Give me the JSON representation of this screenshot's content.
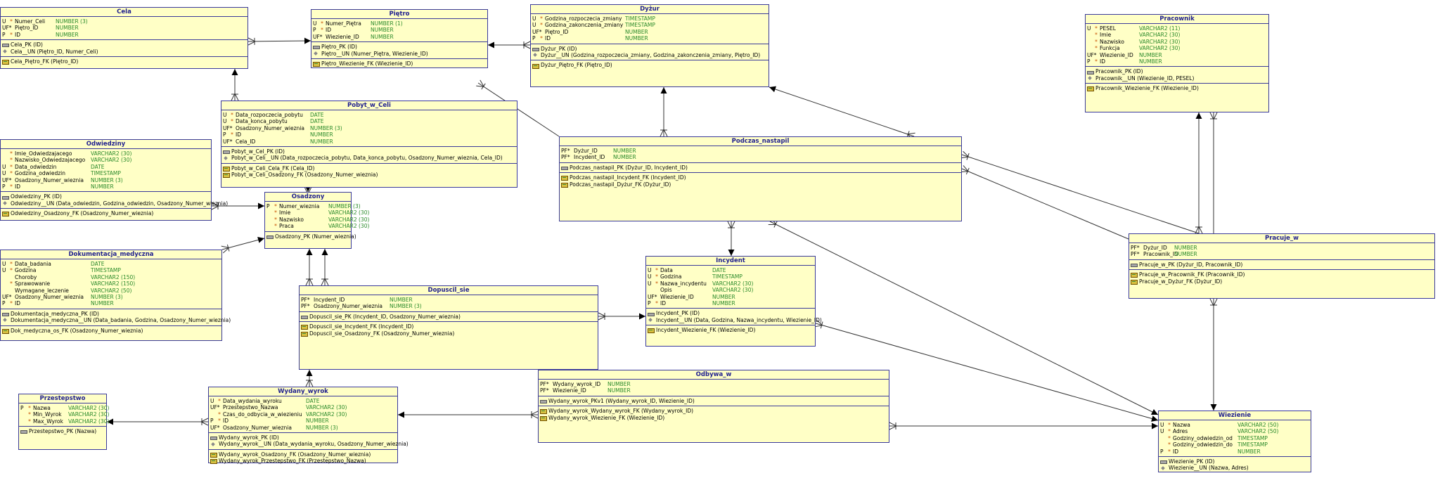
{
  "entities": {
    "cela": {
      "name": "Cela",
      "columns": [
        {
          "flag": "U",
          "req": "*",
          "name": "Numer_Celi",
          "type": "NUMBER (3)"
        },
        {
          "flag": "UF*",
          "req": "",
          "name": "Piętro_ID",
          "type": "NUMBER"
        },
        {
          "flag": "P",
          "req": "*",
          "name": "ID",
          "type": "NUMBER"
        }
      ],
      "keys": [
        "Cela_PK (ID)",
        "Cela__UN (Piętro_ID, Numer_Celi)"
      ],
      "fks": [
        "Cela_Piętro_FK (Piętro_ID)"
      ]
    },
    "pietro": {
      "name": "Piętro",
      "columns": [
        {
          "flag": "U",
          "req": "*",
          "name": "Numer_Piętra",
          "type": "NUMBER (1)"
        },
        {
          "flag": "P",
          "req": "*",
          "name": "ID",
          "type": "NUMBER"
        },
        {
          "flag": "UF*",
          "req": "",
          "name": "Wiezienie_ID",
          "type": "NUMBER"
        }
      ],
      "keys": [
        "Piętro_PK (ID)",
        "Piętro__UN (Numer_Piętra, Wiezienie_ID)"
      ],
      "fks": [
        "Piętro_Wiezienie_FK (Wiezienie_ID)"
      ]
    },
    "dyzur": {
      "name": "Dyżur",
      "columns": [
        {
          "flag": "U",
          "req": "*",
          "name": "Godzina_rozpoczecia_zmiany",
          "type": "TIMESTAMP"
        },
        {
          "flag": "U",
          "req": "*",
          "name": "Godzina_zakonczenia_zmiany",
          "type": "TIMESTAMP"
        },
        {
          "flag": "UF*",
          "req": "",
          "name": "Piętro_ID",
          "type": "NUMBER"
        },
        {
          "flag": "P",
          "req": "*",
          "name": "ID",
          "type": "NUMBER"
        }
      ],
      "keys": [
        "Dyżur_PK (ID)",
        "Dyżur__UN (Godzina_rozpoczecia_zmiany, Godzina_zakonczenia_zmiany, Piętro_ID)"
      ],
      "fks": [
        "Dyżur_Piętro_FK (Piętro_ID)"
      ]
    },
    "pracownik": {
      "name": "Pracownik",
      "columns": [
        {
          "flag": "U",
          "req": "*",
          "name": "PESEL",
          "type": "VARCHAR2 (11)"
        },
        {
          "flag": "",
          "req": "*",
          "name": "Imie",
          "type": "VARCHAR2 (30)"
        },
        {
          "flag": "",
          "req": "*",
          "name": "Nazwisko",
          "type": "VARCHAR2 (30)"
        },
        {
          "flag": "",
          "req": "*",
          "name": "Funkcja",
          "type": "VARCHAR2 (30)"
        },
        {
          "flag": "UF*",
          "req": "",
          "name": "Wiezienie_ID",
          "type": "NUMBER"
        },
        {
          "flag": "P",
          "req": "*",
          "name": "ID",
          "type": "NUMBER"
        }
      ],
      "keys": [
        "Pracownik_PK (ID)",
        "Pracownik__UN (Wiezienie_ID, PESEL)"
      ],
      "fks": [
        "Pracownik_Wiezienie_FK (Wiezienie_ID)"
      ]
    },
    "pobyt": {
      "name": "Pobyt_w_Celi",
      "columns": [
        {
          "flag": "U",
          "req": "*",
          "name": "Data_rozpoczecia_pobytu",
          "type": "DATE"
        },
        {
          "flag": "U",
          "req": "*",
          "name": "Data_konca_pobytu",
          "type": "DATE"
        },
        {
          "flag": "UF*",
          "req": "",
          "name": "Osadzony_Numer_wieznia",
          "type": "NUMBER (3)"
        },
        {
          "flag": "P",
          "req": "*",
          "name": "ID",
          "type": "NUMBER"
        },
        {
          "flag": "UF*",
          "req": "",
          "name": "Cela_ID",
          "type": "NUMBER"
        }
      ],
      "keys": [
        "Pobyt_w_Cel_PK (ID)",
        "Pobyt_w_Celi__UN (Data_rozpoczecia_pobytu, Data_konca_pobytu, Osadzony_Numer_wieznia, Cela_ID)"
      ],
      "fks": [
        "Pobyt_w_Celi_Cela_FK (Cela_ID)",
        "Pobyt_w_Celi_Osadzony_FK (Osadzony_Numer_wieznia)"
      ]
    },
    "odwiedziny": {
      "name": "Odwiedziny",
      "columns": [
        {
          "flag": "",
          "req": "*",
          "name": "Imie_Odwiedzajacego",
          "type": "VARCHAR2 (30)"
        },
        {
          "flag": "",
          "req": "*",
          "name": "Nazwisko_Odwiedzajacego",
          "type": "VARCHAR2 (30)"
        },
        {
          "flag": "U",
          "req": "*",
          "name": "Data_odwiedzin",
          "type": "DATE"
        },
        {
          "flag": "U",
          "req": "*",
          "name": "Godzina_odwiedzin",
          "type": "TIMESTAMP"
        },
        {
          "flag": "UF*",
          "req": "",
          "name": "Osadzony_Numer_wieznia",
          "type": "NUMBER (3)"
        },
        {
          "flag": "P",
          "req": "*",
          "name": "ID",
          "type": "NUMBER"
        }
      ],
      "keys": [
        "Odwiedziny_PK (ID)",
        "Odwiedziny__UN (Data_odwiedzin, Godzina_odwiedzin, Osadzony_Numer_wieznia)"
      ],
      "fks": [
        "Odwiedziny_Osadzony_FK (Osadzony_Numer_wieznia)"
      ]
    },
    "osadzony": {
      "name": "Osadzony",
      "columns": [
        {
          "flag": "P",
          "req": "*",
          "name": "Numer_wieznia",
          "type": "NUMBER (3)"
        },
        {
          "flag": "",
          "req": "*",
          "name": "Imie",
          "type": "VARCHAR2 (30)"
        },
        {
          "flag": "",
          "req": "*",
          "name": "Nazwisko",
          "type": "VARCHAR2 (30)"
        },
        {
          "flag": "",
          "req": "*",
          "name": "Praca",
          "type": "VARCHAR2 (30)"
        }
      ],
      "keys": [
        "Osadzony_PK (Numer_wieznia)"
      ],
      "fks": []
    },
    "podczas": {
      "name": "Podczas_nastapil",
      "columns": [
        {
          "flag": "PF*",
          "req": "",
          "name": "Dyżur_ID",
          "type": "NUMBER"
        },
        {
          "flag": "PF*",
          "req": "",
          "name": "Incydent_ID",
          "type": "NUMBER"
        }
      ],
      "keys": [
        "Podczas_nastapil_PK (Dyżur_ID, Incydent_ID)"
      ],
      "fks": [
        "Podczas_nastapil_Incydent_FK (Incydent_ID)",
        "Podczas_nastapil_Dyżur_FK (Dyżur_ID)"
      ]
    },
    "pracuje": {
      "name": "Pracuje_w",
      "columns": [
        {
          "flag": "PF*",
          "req": "",
          "name": "Dyżur_ID",
          "type": "NUMBER"
        },
        {
          "flag": "PF*",
          "req": "",
          "name": "Pracownik_ID",
          "type": "NUMBER"
        }
      ],
      "keys": [
        "Pracuje_w_PK (Dyżur_ID, Pracownik_ID)"
      ],
      "fks": [
        "Pracuje_w_Pracownik_FK (Pracownik_ID)",
        "Pracuje_w_Dyżur_FK (Dyżur_ID)"
      ]
    },
    "dokumentacja": {
      "name": "Dokumentacja_medyczna",
      "columns": [
        {
          "flag": "U",
          "req": "*",
          "name": "Data_badania",
          "type": "DATE"
        },
        {
          "flag": "U",
          "req": "*",
          "name": "Godzina",
          "type": "TIMESTAMP"
        },
        {
          "flag": "",
          "req": "",
          "name": "Choroby",
          "type": "VARCHAR2 (150)"
        },
        {
          "flag": "",
          "req": "*",
          "name": "Sprawowanie",
          "type": "VARCHAR2 (150)"
        },
        {
          "flag": "",
          "req": "",
          "name": "Wymagane_leczenie",
          "type": "VARCHAR2 (50)"
        },
        {
          "flag": "UF*",
          "req": "",
          "name": "Osadzony_Numer_wieznia",
          "type": "NUMBER (3)"
        },
        {
          "flag": "P",
          "req": "*",
          "name": "ID",
          "type": "NUMBER"
        }
      ],
      "keys": [
        "Dokumentacja_medyczna_PK (ID)",
        "Dokumentacja_medyczna__UN (Data_badania, Godzina, Osadzony_Numer_wieznia)"
      ],
      "fks": [
        "Dok_medyczna_os_FK (Osadzony_Numer_wieznia)"
      ]
    },
    "dopuscil": {
      "name": "Dopuscil_sie",
      "columns": [
        {
          "flag": "PF*",
          "req": "",
          "name": "Incydent_ID",
          "type": "NUMBER"
        },
        {
          "flag": "PF*",
          "req": "",
          "name": "Osadzony_Numer_wieznia",
          "type": "NUMBER (3)"
        }
      ],
      "keys": [
        "Dopuscil_sie_PK (Incydent_ID, Osadzony_Numer_wieznia)"
      ],
      "fks": [
        "Dopuscil_sie_Incydent_FK (Incydent_ID)",
        "Dopuscil_sie_Osadzony_FK (Osadzony_Numer_wieznia)"
      ]
    },
    "incydent": {
      "name": "Incydent",
      "columns": [
        {
          "flag": "U",
          "req": "*",
          "name": "Data",
          "type": "DATE"
        },
        {
          "flag": "U",
          "req": "*",
          "name": "Godzina",
          "type": "TIMESTAMP"
        },
        {
          "flag": "U",
          "req": "*",
          "name": "Nazwa_incydentu",
          "type": "VARCHAR2 (30)"
        },
        {
          "flag": "",
          "req": "",
          "name": "Opis",
          "type": "VARCHAR2 (30)"
        },
        {
          "flag": "UF*",
          "req": "",
          "name": "Wiezienie_ID",
          "type": "NUMBER"
        },
        {
          "flag": "P",
          "req": "*",
          "name": "ID",
          "type": "NUMBER"
        }
      ],
      "keys": [
        "Incydent_PK (ID)",
        "Incydent__UN (Data, Godzina, Nazwa_incydentu, Wiezienie_ID)"
      ],
      "fks": [
        "Incydent_Wiezienie_FK (Wiezienie_ID)"
      ]
    },
    "odbywa": {
      "name": "Odbywa_w",
      "columns": [
        {
          "flag": "PF*",
          "req": "",
          "name": "Wydany_wyrok_ID",
          "type": "NUMBER"
        },
        {
          "flag": "PF*",
          "req": "",
          "name": "Wiezienie_ID",
          "type": "NUMBER"
        }
      ],
      "keys": [
        "Wydany_wyrok_PKv1 (Wydany_wyrok_ID, Wiezienie_ID)"
      ],
      "fks": [
        "Wydany_wyrok_Wydany_wyrok_FK (Wydany_wyrok_ID)",
        "Wydany_wyrok_Wiezienie_FK (Wiezienie_ID)"
      ]
    },
    "przestepstwo": {
      "name": "Przestepstwo",
      "columns": [
        {
          "flag": "P",
          "req": "*",
          "name": "Nazwa",
          "type": "VARCHAR2 (30)"
        },
        {
          "flag": "",
          "req": "*",
          "name": "Min_Wyrok",
          "type": "VARCHAR2 (30)"
        },
        {
          "flag": "",
          "req": "*",
          "name": "Max_Wyrok",
          "type": "VARCHAR2 (30)"
        }
      ],
      "keys": [
        "Przestepstwo_PK (Nazwa)"
      ],
      "fks": []
    },
    "wyrok": {
      "name": "Wydany_wyrok",
      "columns": [
        {
          "flag": "U",
          "req": "*",
          "name": "Data_wydania_wyroku",
          "type": "DATE"
        },
        {
          "flag": "UF*",
          "req": "",
          "name": "Przestepstwo_Nazwa",
          "type": "VARCHAR2 (30)"
        },
        {
          "flag": "",
          "req": "*",
          "name": "Czas_do_odbycia_w_wiezieniu",
          "type": "VARCHAR2 (30)"
        },
        {
          "flag": "P",
          "req": "*",
          "name": "ID",
          "type": "NUMBER"
        },
        {
          "flag": "UF*",
          "req": "",
          "name": "Osadzony_Numer_wieznia",
          "type": "NUMBER (3)"
        }
      ],
      "keys": [
        "Wydany_wyrok_PK (ID)",
        "Wydany_wyrok__UN (Data_wydania_wyroku, Osadzony_Numer_wieznia)"
      ],
      "fks": [
        "Wydany_wyrok_Osadzony_FK (Osadzony_Numer_wieznia)",
        "Wydany_wyrok_Przestepstwo_FK (Przestepstwo_Nazwa)"
      ]
    },
    "wiezienie": {
      "name": "Wiezienie",
      "columns": [
        {
          "flag": "U",
          "req": "*",
          "name": "Nazwa",
          "type": "VARCHAR2 (50)"
        },
        {
          "flag": "U",
          "req": "*",
          "name": "Adres",
          "type": "VARCHAR2 (50)"
        },
        {
          "flag": "",
          "req": "*",
          "name": "Godziny_odwiedzin_od",
          "type": "TIMESTAMP"
        },
        {
          "flag": "",
          "req": "*",
          "name": "Godziny_odwiedzin_do",
          "type": "TIMESTAMP"
        },
        {
          "flag": "P",
          "req": "*",
          "name": "ID",
          "type": "NUMBER"
        }
      ],
      "keys": [
        "Wiezienie_PK (ID)",
        "Wiezienie__UN (Nazwa, Adres)"
      ],
      "fks": []
    }
  },
  "colors": {
    "entity_fill": "#ffffc6",
    "border": "#3a3a9a",
    "title": "#1f1f8f",
    "type": "#2a8a2a",
    "required": "#c85000",
    "line": "#333333"
  }
}
